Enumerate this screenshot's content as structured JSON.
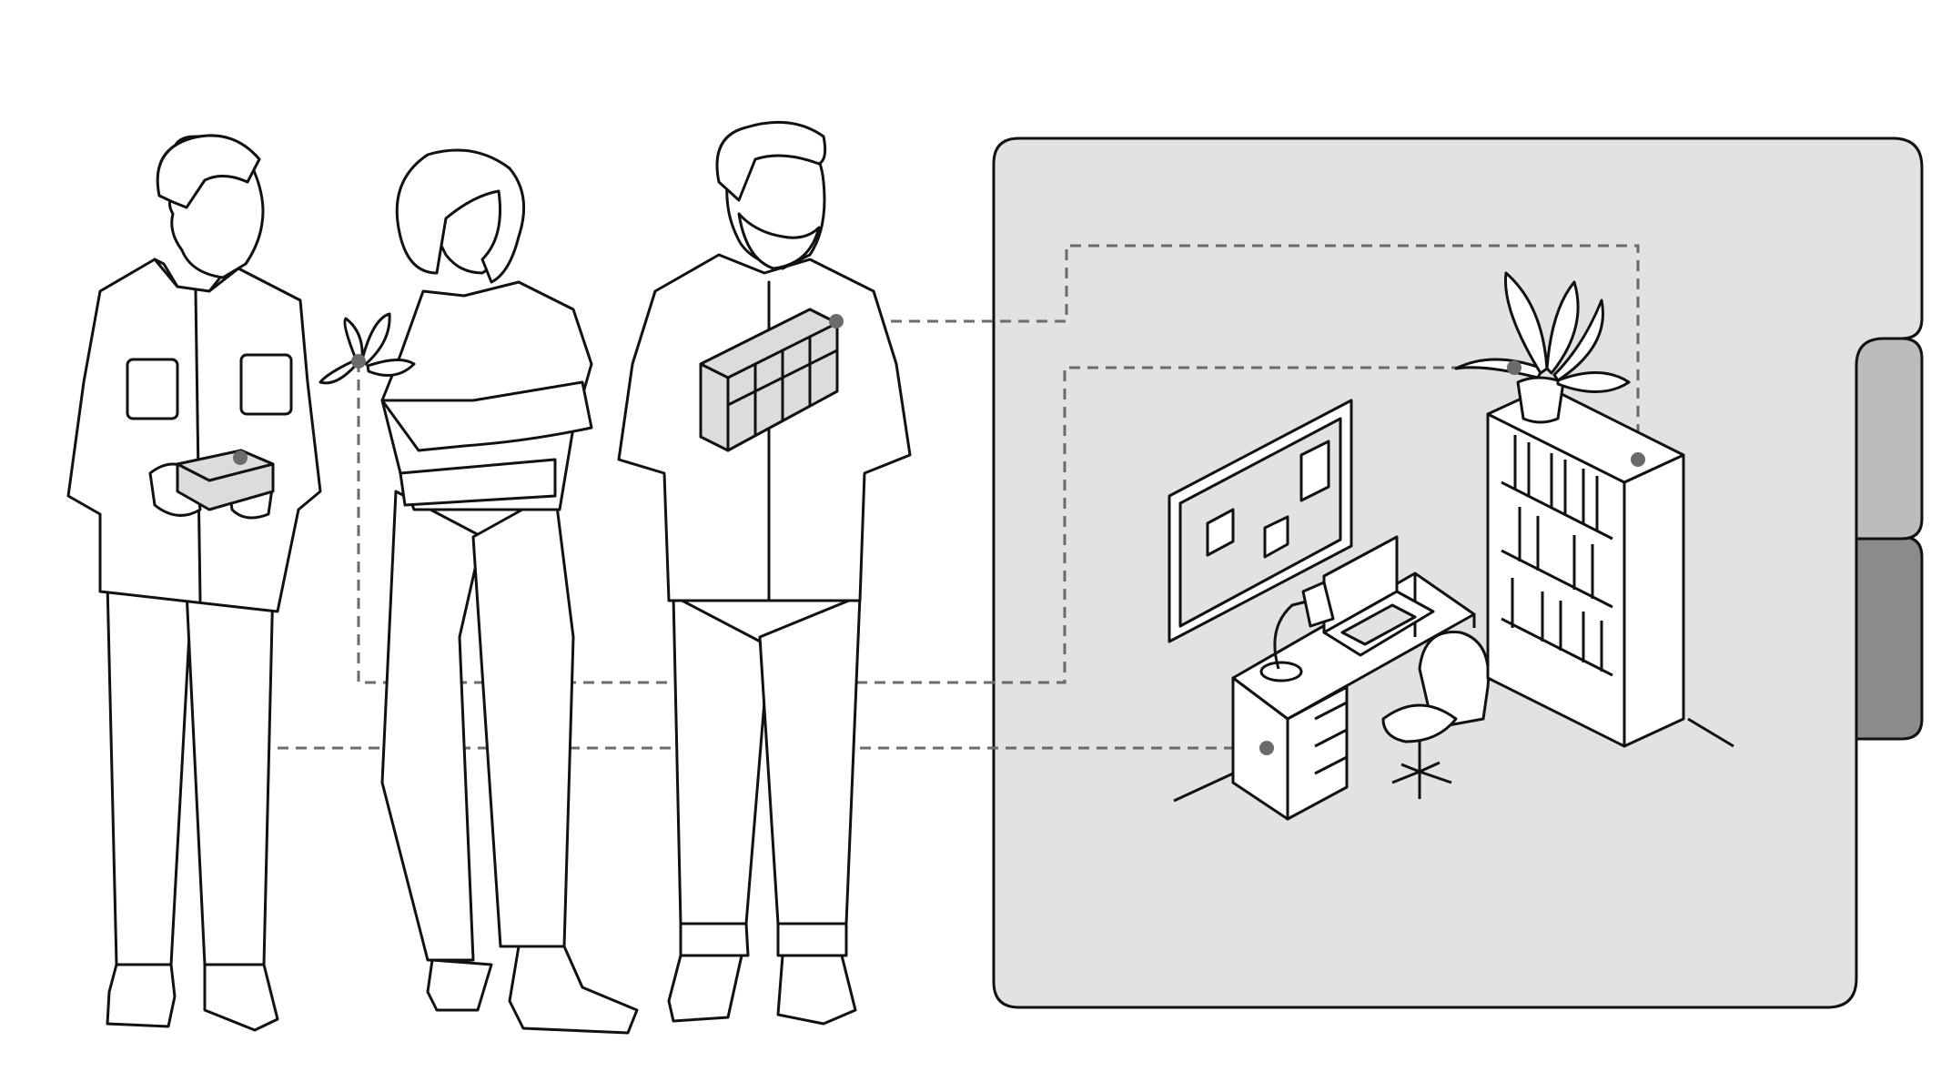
{
  "illustration": {
    "colors": {
      "ink": "#111111",
      "panel_fill": "#e3e1e2",
      "tab_light": "#bdbcbd",
      "tab_dark": "#8c8b8c",
      "connector": "#6b6b6b",
      "dot": "#6b6b6b",
      "background": "#ffffff"
    },
    "people": [
      {
        "id": "person-1",
        "description_icon": "man-in-jacket-holding-desk-model-icon"
      },
      {
        "id": "person-2",
        "description_icon": "woman-holding-plant-icon"
      },
      {
        "id": "person-3",
        "description_icon": "bearded-man-holding-bookshelf-model-icon"
      }
    ],
    "scene_items": [
      {
        "id": "desk",
        "icon": "desk-icon"
      },
      {
        "id": "plant",
        "icon": "potted-plant-icon"
      },
      {
        "id": "bookshelf",
        "icon": "bookshelf-icon"
      },
      {
        "id": "chair",
        "icon": "office-chair-icon"
      },
      {
        "id": "laptop",
        "icon": "laptop-icon"
      },
      {
        "id": "lamp",
        "icon": "desk-lamp-icon"
      },
      {
        "id": "pinboard",
        "icon": "pinboard-icon"
      }
    ],
    "connections": [
      {
        "from": "person-1",
        "to": "desk"
      },
      {
        "from": "person-2",
        "to": "plant"
      },
      {
        "from": "person-3",
        "to": "bookshelf"
      }
    ],
    "tabs": [
      {
        "id": "tab-light"
      },
      {
        "id": "tab-dark"
      }
    ]
  }
}
